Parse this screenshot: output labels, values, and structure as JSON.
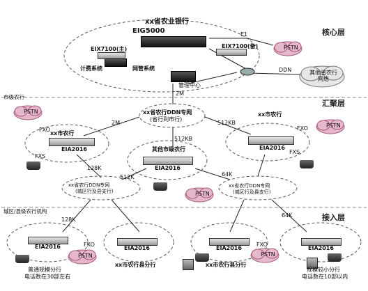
{
  "layers": {
    "core": "核心层",
    "aggregation": "汇聚层",
    "access": "接入层"
  },
  "sections": {
    "city": "市级农行",
    "county": "城区/县级农行机构"
  },
  "core": {
    "bank": "xx省农业银行",
    "eig": "EIG5000",
    "eix_main": "EIX7100(主)",
    "eix_backup": "EIX7100(备)",
    "billing": "计费系统",
    "netmgmt": "网管系统",
    "mgmt_center": "管理中心",
    "e1": "E1",
    "ddn": "DDN",
    "other_net": "其他省农行网络"
  },
  "aggregation": {
    "ddn_net": "xx省农行DDN专网",
    "ddn_net_sub": "(省行到市行)",
    "city_left": "xx市农行",
    "city_right": "xx市农行",
    "other_city": "其他市级农行",
    "ddn_sub_left": "xx省农行DDN专网",
    "ddn_sub_left_sub": "(城区行及县支行)",
    "ddn_sub_right": "xx省农行DDN专网",
    "ddn_sub_right_sub": "(城区行及县支行)"
  },
  "access": {
    "county_mid": "xx市农行县分行",
    "county_right": "xx市农行县分行",
    "note_left_1": "普通规模分行",
    "note_left_2": "电话数在30部左右",
    "note_right_1": "规模较小分行",
    "note_right_2": "电话数在10部以内"
  },
  "labels": {
    "pstn": "PSTN",
    "fxo": "FXO",
    "fxs": "FXS",
    "eia": "EIA2016",
    "r_2m_a": "2M",
    "r_2m_b": "2M",
    "r_512k": "512K",
    "r_512kb_a": "512KB",
    "r_512kb_b": "512KB",
    "r_128k_a": "128K",
    "r_128k_b": "128K",
    "r_64k_a": "64K",
    "r_64k_b": "64K"
  },
  "colors": {
    "cloud_fill": "#e7b8cc",
    "cloud_edge": "#a35a7a",
    "line": "#222222",
    "dash": "#888888"
  }
}
